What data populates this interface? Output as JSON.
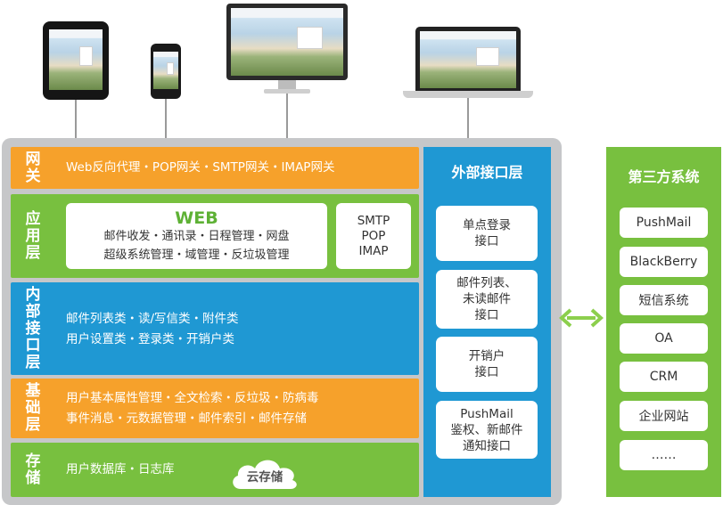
{
  "devices": [
    "tablet",
    "phone",
    "monitor",
    "laptop"
  ],
  "layers": {
    "gateway": {
      "label": "网关",
      "text": "Web反向代理・POP网关・SMTP网关・IMAP网关"
    },
    "application": {
      "label": "应用层",
      "web_title": "WEB",
      "web_line1": "邮件收发・通讯录・日程管理・网盘",
      "web_line2": "超级系统管理・域管理・反垃圾管理",
      "protocols": [
        "SMTP",
        "POP",
        "IMAP"
      ]
    },
    "internal_interface": {
      "label": "内部接口层",
      "line1": "邮件列表类・读/写信类・附件类",
      "line2": "用户设置类・登录类・开销户类"
    },
    "foundation": {
      "label": "基础层",
      "line1": "用户基本属性管理・全文检索・反垃圾・防病毒",
      "line2": "事件消息・元数据管理・邮件索引・邮件存储"
    },
    "storage": {
      "label": "存储",
      "text": "用户数据库・日志库",
      "cloud": "云存储"
    }
  },
  "external_interface": {
    "title": "外部接口层",
    "items": [
      "单点登录\n接口",
      "邮件列表、\n未读邮件\n接口",
      "开销户\n接口",
      "PushMail\n鉴权、新邮件\n通知接口"
    ]
  },
  "third_party": {
    "title": "第三方系统",
    "items": [
      "PushMail",
      "BlackBerry",
      "短信系统",
      "OA",
      "CRM",
      "企业网站",
      "……"
    ]
  },
  "colors": {
    "orange": "#f6a12b",
    "green": "#78c03f",
    "blue": "#1f98d3",
    "frame_gray": "#c6c7c9",
    "arrow_green": "#8ccf4d"
  }
}
